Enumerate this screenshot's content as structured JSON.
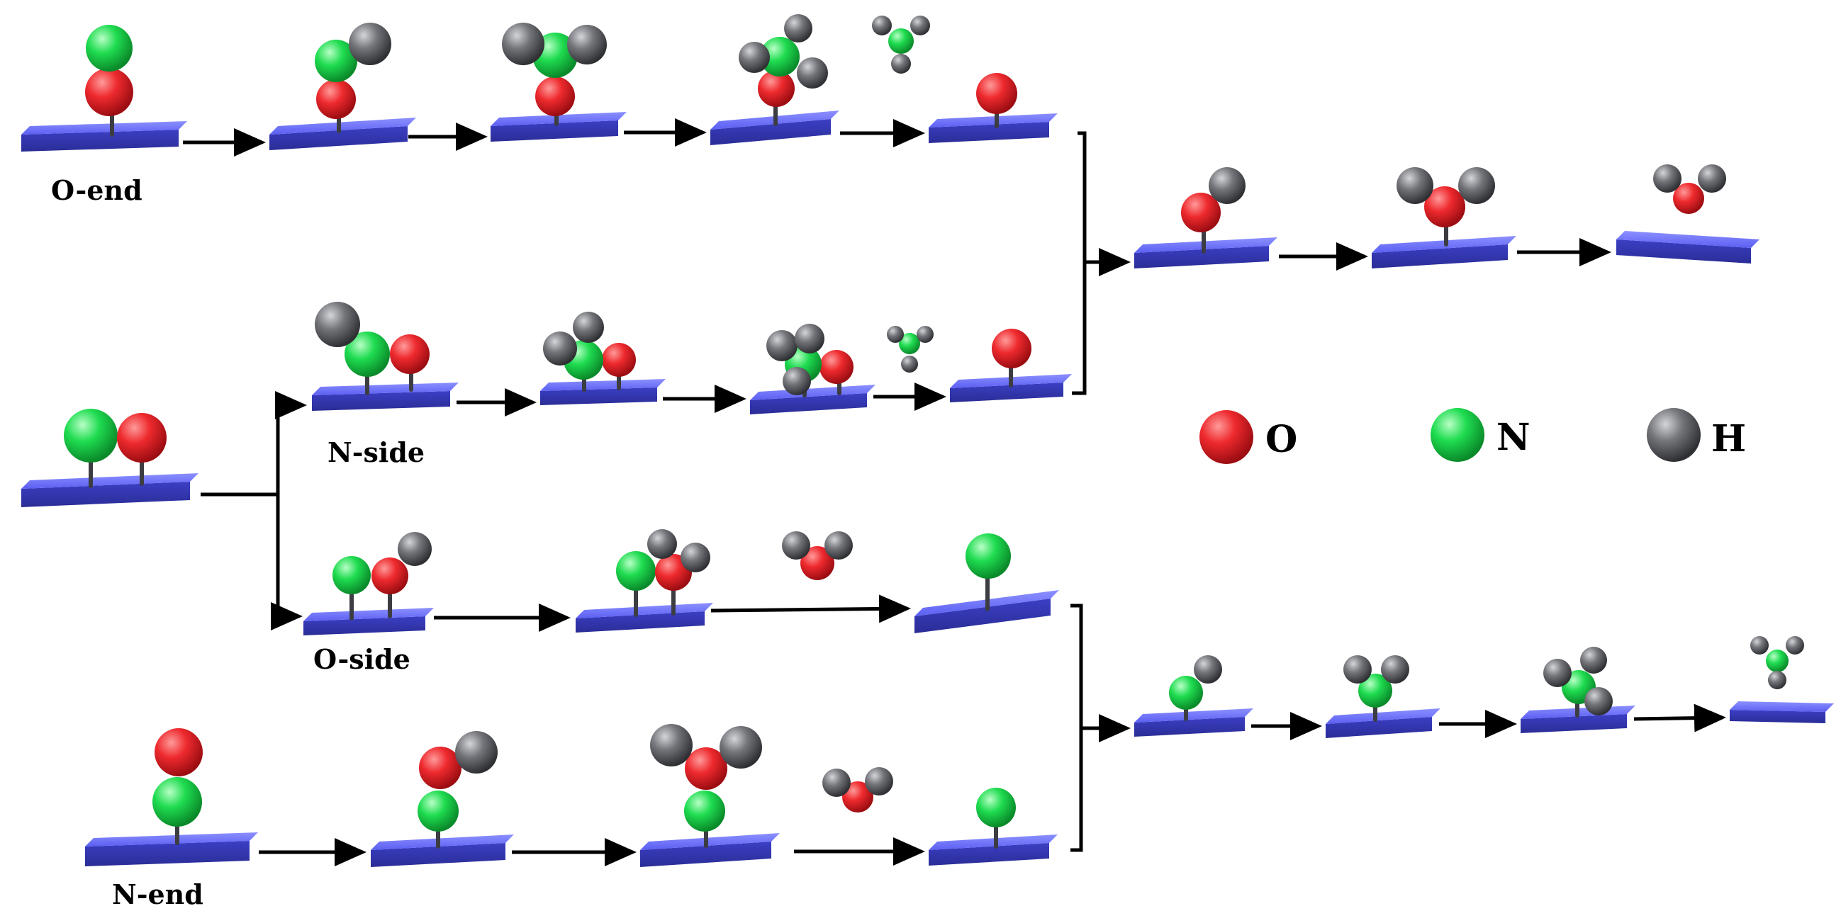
{
  "labels": {
    "o_end": "O-end",
    "n_side": "N-side",
    "o_side": "O-side",
    "n_end": "N-end"
  },
  "legend": [
    {
      "atom": "O",
      "label": "O",
      "color": "#e8262b"
    },
    {
      "atom": "N",
      "label": "N",
      "color": "#1ad64c"
    },
    {
      "atom": "H",
      "label": "H",
      "color": "#6d6e73"
    }
  ],
  "colors": {
    "slab": "#5a5ef0",
    "arrow": "#000000"
  }
}
